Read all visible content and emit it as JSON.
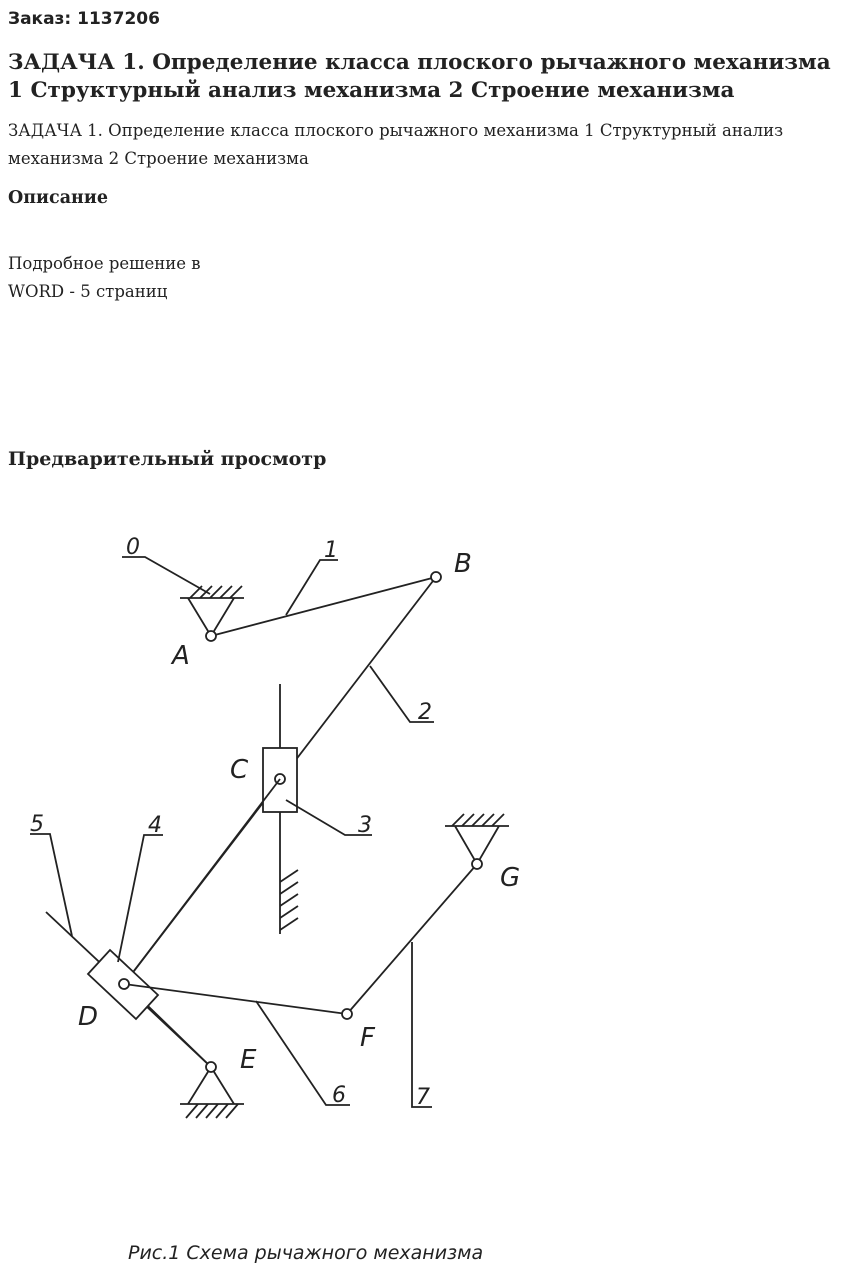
{
  "order": {
    "label": "Заказ: 1137206"
  },
  "task": {
    "title": "ЗАДАЧА 1. Определение класса плоского рычажного механизма 1 Структурный анализ механизма 2 Строение механизма",
    "subtitle": "ЗАДАЧА 1. Определение класса плоского рычажного механизма 1 Структурный анализ механизма 2 Строение механизма"
  },
  "description": {
    "heading": "Описание",
    "text": "Подробное решение в WORD - 5 страниц"
  },
  "preview": {
    "heading": "Предварительный просмотр",
    "joint_labels": {
      "A": "A",
      "B": "B",
      "C": "C",
      "D": "D",
      "E": "E",
      "F": "F",
      "G": "G"
    },
    "link_numbers": {
      "n0": "0",
      "n1": "1",
      "n2": "2",
      "n3": "3",
      "n4": "4",
      "n5": "5",
      "n6": "6",
      "n7": "7"
    },
    "caption": "Рис.1 Схема рычажного механизма",
    "line_color": "#222222"
  }
}
